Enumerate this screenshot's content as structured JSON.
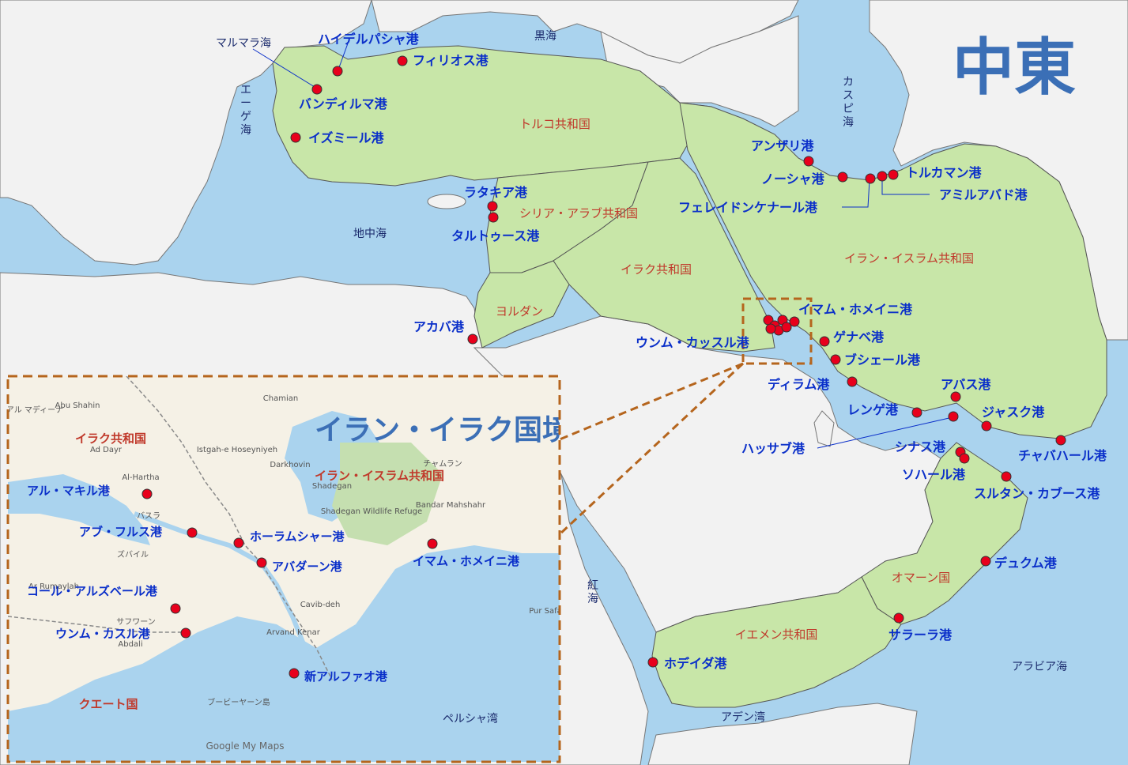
{
  "title": "中東",
  "colors": {
    "sea": "#aad3ee",
    "land": "#f2f2f2",
    "highlight": "#c8e6a8",
    "port": "#e8001c",
    "port_label": "#0a2fc9",
    "country_label": "#c0392b",
    "sea_label": "#1a2a6c",
    "title": "#3b6fb6",
    "dash": "#b5651d"
  },
  "main_map": {
    "seas": [
      "黒海",
      "カスピ海",
      "マルマラ海",
      "エーゲ海",
      "地中海",
      "紅海",
      "アデン湾",
      "アラビア海"
    ],
    "countries": [
      "トルコ共和国",
      "シリア・アラブ共和国",
      "イラク共和国",
      "イラン・イスラム共和国",
      "ヨルダン",
      "オマーン国",
      "イエメン共和国"
    ],
    "ports": [
      "ハイデルパシャ港",
      "フィリオス港",
      "バンディルマ港",
      "イズミール港",
      "アンザリ港",
      "ノーシャ港",
      "トルカマン港",
      "アミルアバド港",
      "フェレイドンケナール港",
      "ラタキア港",
      "タルトゥース港",
      "アカバ港",
      "イマム・ホメイニ港",
      "ゲナベ港",
      "ウンム・カッスル港",
      "ブシェール港",
      "ディラム港",
      "アバス港",
      "レンゲ港",
      "ジャスク港",
      "ハッサブ港",
      "シナス港",
      "チャバハール港",
      "ソハール港",
      "スルタン・カブース港",
      "デュクム港",
      "サラーラ港",
      "ホデイダ港"
    ]
  },
  "inset": {
    "title": "イラン・イラク国境",
    "countries": [
      "イラク共和国",
      "イラン・イスラム共和国",
      "クエート国"
    ],
    "ports": [
      "アル・マキル港",
      "アブ・フルス港",
      "ホーラムシャー港",
      "アバダーン港",
      "イマム・ホメイニ港",
      "コール・アルズベール港",
      "ウンム・カスル港",
      "新アルファオ港"
    ],
    "sea": "ペルシャ湾",
    "places": [
      "Abu Shahin",
      "アル マディーナ",
      "Ad Dayr",
      "Al-Hartha",
      "バスラ",
      "ズバイル",
      "Ar Rumaylah",
      "サフワーン",
      "Abdali",
      "Chamian",
      "Istgah-e Hoseyniyeh",
      "Darkhovin",
      "Shadegan",
      "Shadegan Wildlife Refuge",
      "Bandar Mahshahr",
      "チャムラン",
      "Cavib-deh",
      "Arvand Kenar",
      "Pur Safa",
      "ブービーヤーン島"
    ],
    "attribution": "Google My Maps"
  }
}
